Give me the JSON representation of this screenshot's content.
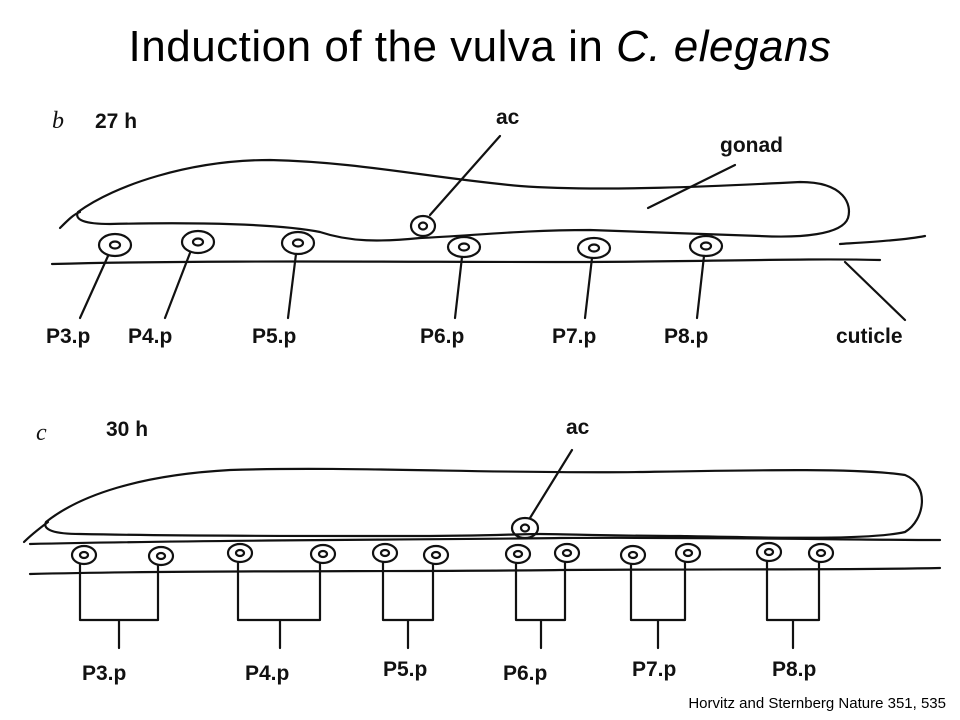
{
  "title": {
    "main": "Induction of the vulva in ",
    "species": "C. elegans"
  },
  "panels": [
    {
      "letter": "b",
      "time": "27 h",
      "ac_label": "ac",
      "gonad_label": "gonad",
      "cuticle_label": "cuticle",
      "cells": [
        "P3.p",
        "P4.p",
        "P5.p",
        "P6.p",
        "P7.p",
        "P8.p"
      ]
    },
    {
      "letter": "c",
      "time": "30 h",
      "ac_label": "ac",
      "cells": [
        "P3.p",
        "P4.p",
        "P5.p",
        "P6.p",
        "P7.p",
        "P8.p"
      ]
    }
  ],
  "citation": "Horvitz and Sternberg Nature 351, 535"
}
